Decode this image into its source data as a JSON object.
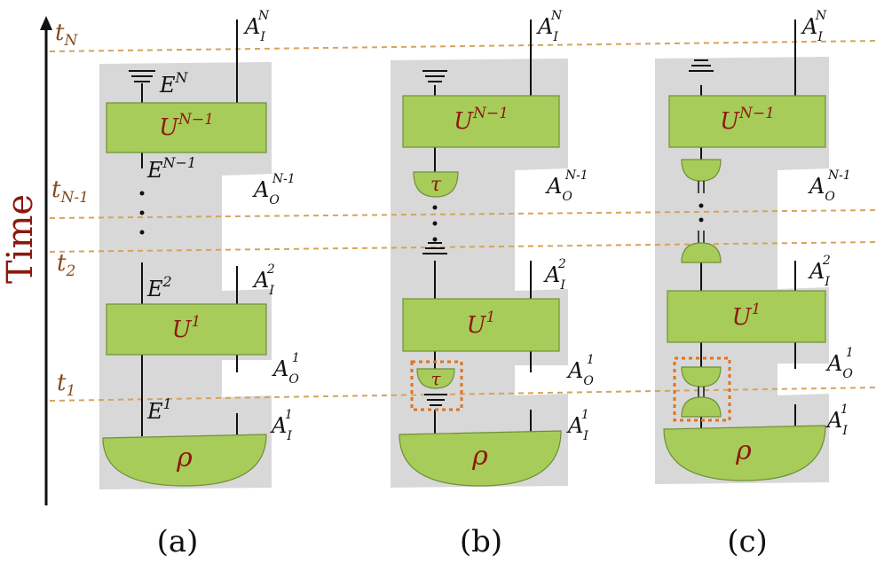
{
  "axis": {
    "label": "Time",
    "ticks": [
      "t",
      "t",
      "t",
      "t"
    ],
    "tick_subs": [
      "N",
      "N-1",
      "2",
      "1"
    ]
  },
  "panels": [
    {
      "caption": "(a)",
      "top_box": {
        "base": "U",
        "sup": "N−1"
      },
      "bottom_box": {
        "base": "U",
        "sup": "1"
      },
      "state": "ρ",
      "env_labels": [
        {
          "base": "E",
          "sup": "N"
        },
        {
          "base": "E",
          "sup": "N−1"
        },
        {
          "base": "E",
          "sup": "2"
        },
        {
          "base": "E",
          "sup": "1"
        }
      ],
      "sys_labels": [
        {
          "base": "A",
          "sub": "I",
          "sup": "N"
        },
        {
          "base": "A",
          "sub": "O",
          "sup": "N-1"
        },
        {
          "base": "A",
          "sub": "I",
          "sup": "2"
        },
        {
          "base": "A",
          "sub": "O",
          "sup": "1"
        },
        {
          "base": "A",
          "sub": "I",
          "sup": "1"
        }
      ]
    },
    {
      "caption": "(b)",
      "top_box": {
        "base": "U",
        "sup": "N−1"
      },
      "bottom_box": {
        "base": "U",
        "sup": "1"
      },
      "state": "ρ",
      "effect": "τ",
      "sys_labels": [
        {
          "base": "A",
          "sub": "I",
          "sup": "N"
        },
        {
          "base": "A",
          "sub": "O",
          "sup": "N-1"
        },
        {
          "base": "A",
          "sub": "I",
          "sup": "2"
        },
        {
          "base": "A",
          "sub": "O",
          "sup": "1"
        },
        {
          "base": "A",
          "sub": "I",
          "sup": "1"
        }
      ]
    },
    {
      "caption": "(c)",
      "top_box": {
        "base": "U",
        "sup": "N−1"
      },
      "bottom_box": {
        "base": "U",
        "sup": "1"
      },
      "state": "ρ",
      "sys_labels": [
        {
          "base": "A",
          "sub": "I",
          "sup": "N"
        },
        {
          "base": "A",
          "sub": "O",
          "sup": "N-1"
        },
        {
          "base": "A",
          "sub": "I",
          "sup": "2"
        },
        {
          "base": "A",
          "sub": "O",
          "sup": "1"
        },
        {
          "base": "A",
          "sub": "I",
          "sup": "1"
        }
      ]
    }
  ],
  "colors": {
    "box_fill": "#a8cc5a",
    "panel_bg": "#d8d8d8",
    "dashed_line": "#d7a35a",
    "highlight": "#e0731e",
    "label_dark_red": "#8b1a0e"
  }
}
